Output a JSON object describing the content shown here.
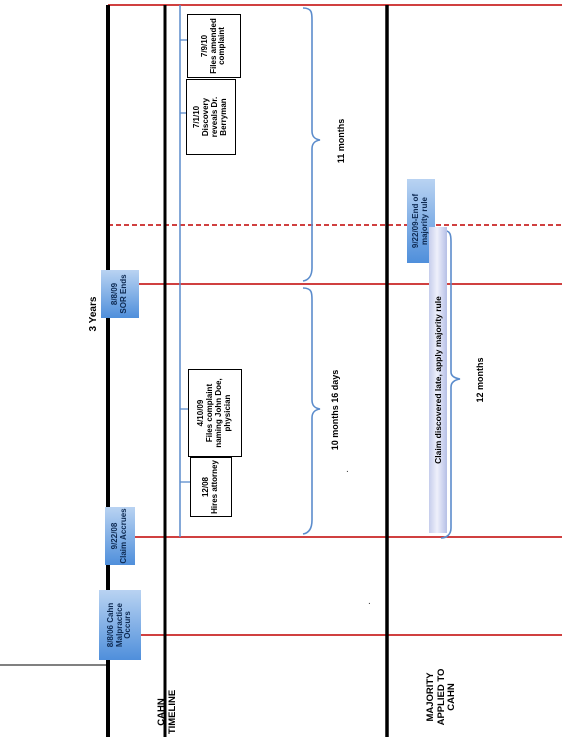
{
  "period_label": "3 Years",
  "timeline_label": "CAHN TIMELINE",
  "majority_label": "MAJORITY APPLIED TO CAHN",
  "events": [
    {
      "date": "8/8/06 Cahn",
      "text": "Malpractice Occurs"
    },
    {
      "date": "9/22/08",
      "text": "Claim Accrues"
    },
    {
      "date": "8/8/09",
      "text": "SOR Ends"
    },
    {
      "date": "9/22/09-End of",
      "text": "majority rule"
    }
  ],
  "actions": [
    {
      "date": "12/08",
      "text": "Hires attorney"
    },
    {
      "date": "4/10/09",
      "text": "Files complaint naming John Doe, physician"
    },
    {
      "date": "7/1/10",
      "text": "Discovery reveals Dr. Berryman"
    },
    {
      "date": "7/9/10",
      "text": "Files amended complaint"
    }
  ],
  "spans": {
    "first": "10 months 16 days",
    "second": "11 months",
    "majority": "12 months"
  },
  "majority_bar": "Claim discovered late, apply majority rule",
  "stray_marks": [
    "."
  ]
}
